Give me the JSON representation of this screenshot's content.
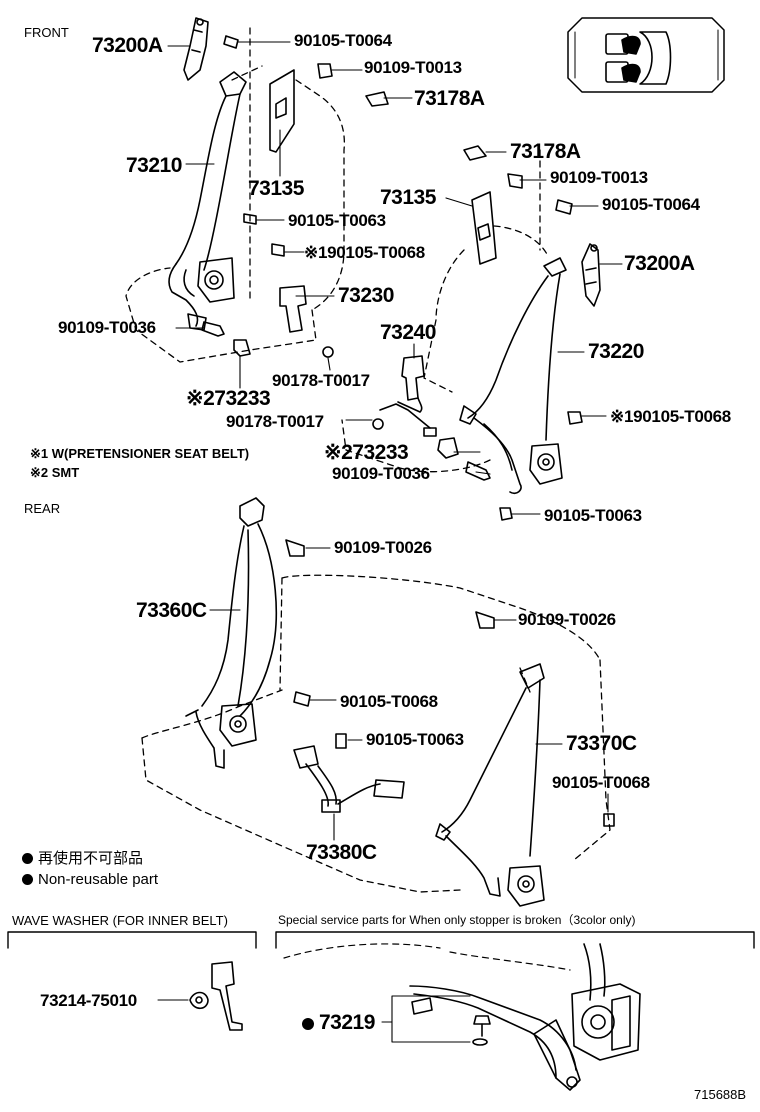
{
  "sections": {
    "front": "FRONT",
    "rear": "REAR",
    "wave_washer": "WAVE WASHER (FOR INNER BELT)",
    "special_service": "Special service parts for When only stopper is broken（3color only)"
  },
  "notes": {
    "note1": "※1 W(PRETENSIONER SEAT BELT)",
    "note2": "※2 SMT"
  },
  "legend": {
    "jp": "再使用不可部品",
    "en": "Non-reusable part"
  },
  "parts": {
    "p73200A_left": "73200A",
    "p90105_T0064_top": "90105-T0064",
    "p90109_T0013_top": "90109-T0013",
    "p73178A_top": "73178A",
    "p73210": "73210",
    "p73135_left": "73135",
    "p90105_T0063_left": "90105-T0063",
    "p90105_T0068_left": "※190105-T0068",
    "p73230": "73230",
    "p90109_T0036_left": "90109-T0036",
    "p73233_left": "※273233",
    "p90178_T0017_a": "90178-T0017",
    "p73178A_right": "73178A",
    "p90109_T0013_right": "90109-T0013",
    "p73135_right": "73135",
    "p90105_T0064_right": "90105-T0064",
    "p73200A_right": "73200A",
    "p73240": "73240",
    "p73220": "73220",
    "p90178_T0017_b": "90178-T0017",
    "p90105_T0068_right": "※190105-T0068",
    "p73233_right": "※273233",
    "p90109_T0036_right": "90109-T0036",
    "p90105_T0063_right": "90105-T0063",
    "p90109_T0026_a": "90109-T0026",
    "p73360C": "73360C",
    "p90109_T0026_b": "90109-T0026",
    "p90105_T0068_rear": "90105-T0068",
    "p90105_T0063_rear": "90105-T0063",
    "p73370C": "73370C",
    "p90105_T0068_rear2": "90105-T0068",
    "p73380C": "73380C",
    "p73214_75010": "73214-75010",
    "p73219": "73219"
  },
  "diagram_number": "715688B"
}
